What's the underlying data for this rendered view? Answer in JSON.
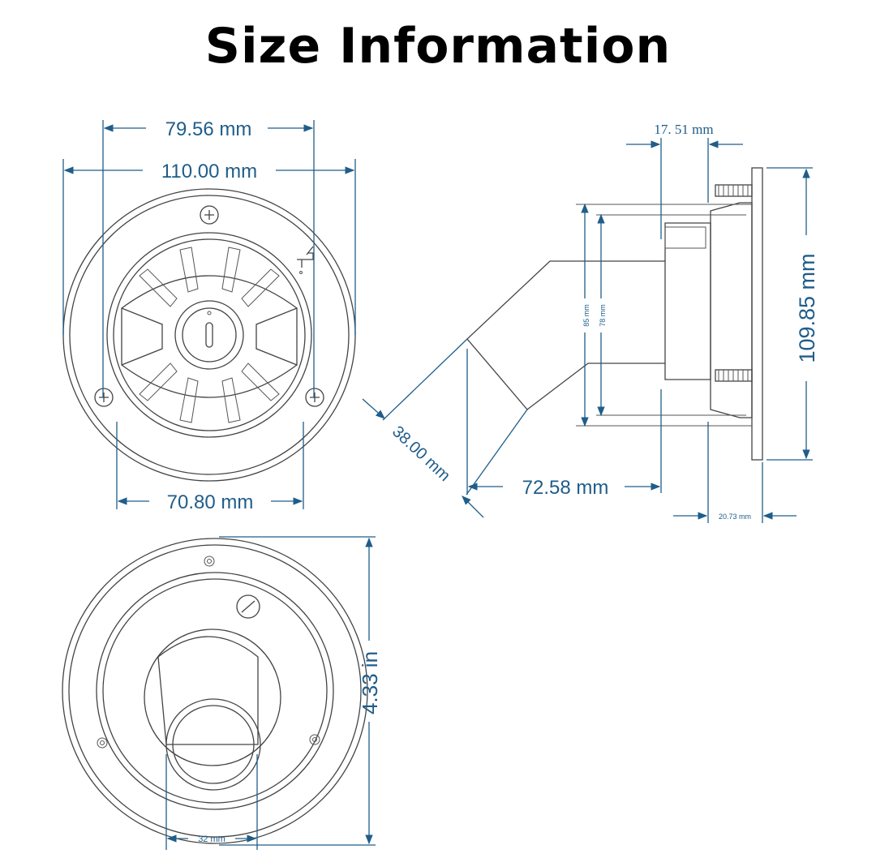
{
  "title": "Size Information",
  "colors": {
    "dimension": "#1f5d8a",
    "outline": "#444444",
    "title": "#000000"
  },
  "icons": {
    "faucet": "faucet-icon",
    "screw": "cross-screw-icon"
  },
  "dimensions": {
    "front_inner_width": "79.56 mm",
    "front_outer_width": "110.00 mm",
    "front_opening_width": "70.80 mm",
    "side_flange_gap": "17. 51 mm",
    "side_total_height": "109.85 mm",
    "side_outer_height": "85 mm",
    "side_inner_height": "78 mm",
    "side_spout_diameter": "38.00 mm",
    "side_depth": "72.58 mm",
    "side_flange_thickness": "20.73 mm",
    "rear_height": "4.33 in",
    "rear_outlet_diameter": "32 mm"
  }
}
